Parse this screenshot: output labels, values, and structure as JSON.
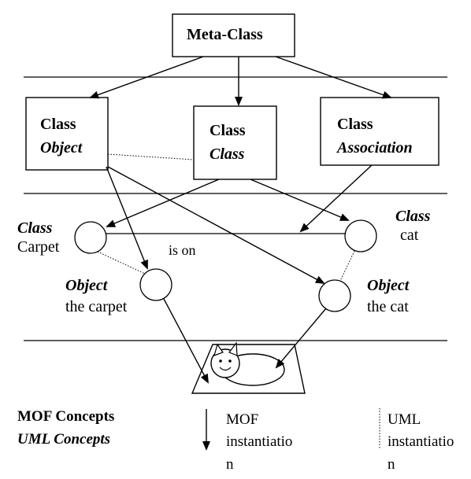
{
  "diagram": {
    "meta_class": {
      "label": "Meta-Class"
    },
    "class_object": {
      "line1": "Class",
      "line2": "Object"
    },
    "class_class": {
      "line1": "Class",
      "line2": "Class"
    },
    "class_association": {
      "line1": "Class",
      "line2": "Association"
    },
    "carpet_class": {
      "line1": "Class",
      "line2": "Carpet"
    },
    "cat_class": {
      "line1": "Class",
      "line2": "cat"
    },
    "carpet_object": {
      "line1": "Object",
      "line2": "the carpet"
    },
    "cat_object": {
      "line1": "Object",
      "line2": "the cat"
    },
    "association": {
      "label": "is on"
    }
  },
  "legend": {
    "mof_concepts": "MOF Concepts",
    "uml_concepts": "UML Concepts",
    "mof_instantiation_lines": [
      "MOF",
      "instantiatio",
      "n"
    ],
    "uml_instantiation_lines": [
      "UML",
      "instantiatio",
      "n"
    ]
  }
}
